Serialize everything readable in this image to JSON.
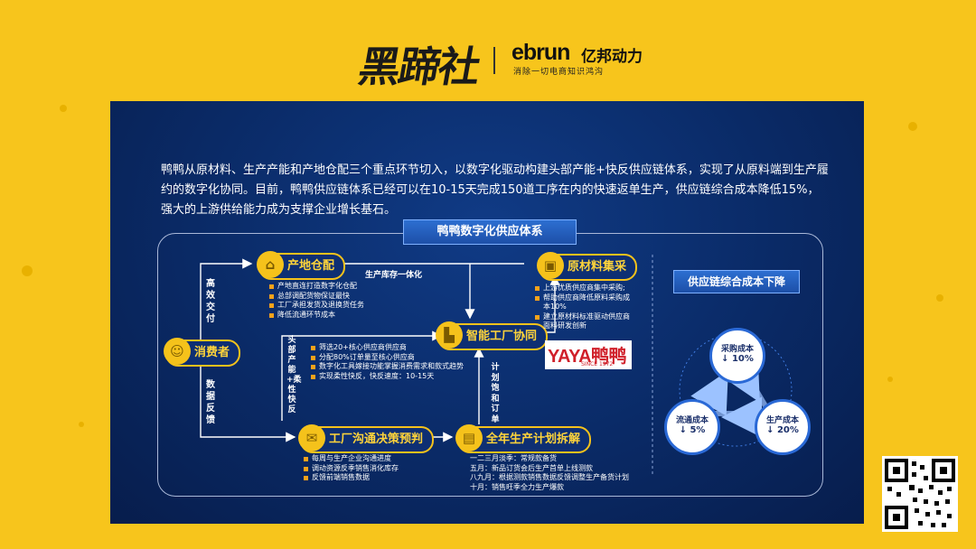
{
  "header": {
    "logo_brush": "黑蹄社",
    "logo_ebrun": "ebrun",
    "logo_cn": "亿邦动力",
    "logo_tagline": "消除一切电商知识鸿沟"
  },
  "intro": {
    "text": "鸭鸭从原材料、生产产能和产地仓配三个重点环节切入，以数字化驱动构建头部产能+快反供应链体系，实现了从原料端到生产履约的数字化协同。目前，鸭鸭供应链体系已经可以在10-15天完成150道工序在内的快速返单生产，供应链综合成本降低15%，强大的上游供给能力成为支撑企业增长基石。"
  },
  "diagram": {
    "title": "鸭鸭数字化供应体系",
    "nodes": {
      "warehouse": "产地仓配",
      "raw_material": "原材料集采",
      "factory": "智能工厂协同",
      "consumer": "消费者",
      "decision": "工厂沟通决策预判",
      "plan": "全年生产计划拆解"
    },
    "warehouse_bullets": [
      "产地直连打造数字化仓配",
      "总部调配货物保证最快",
      "工厂承担发货及退换货任务",
      "降低流通环节成本"
    ],
    "raw_bullets": [
      "上游优质供应商集中采购;",
      "帮助供应商降低原料采购成本10%",
      "建立原材料标准驱动供应商面料研发创新"
    ],
    "factory_bullets": [
      "筛选20+核心供应商供应商",
      "分配80%订单量至核心供应商",
      "数字化工具嫁接功能掌握消费需求和款式趋势",
      "实现柔性快反，快反速度：10-15天"
    ],
    "decision_bullets": [
      "每周与生产企业沟通进度",
      "调动资源反季销售消化库存",
      "反馈前端销售数据"
    ],
    "plan_lines": [
      "一二三月淡季：常规款备货",
      "五月：新品订货会后生产首单上线测款",
      "八九月：根据测款销售数据反馈调整生产备货计划",
      "十月：销售旺季全力生产爆款"
    ],
    "labels": {
      "high_efficiency": "高效交付",
      "data_feedback": "数据反馈",
      "inventory_integration": "生产库存一体化",
      "head_capacity": "头部产能+柔性快反",
      "plan_full_orders": "计划饱和订单"
    },
    "brand": {
      "main": "YAYA鸭鸭",
      "since": "SINCE 1972"
    }
  },
  "cost_chart": {
    "title": "供应链综合成本下降",
    "items": [
      {
        "label": "采购成本",
        "value": "↓ 10%"
      },
      {
        "label": "流通成本",
        "value": "↓ 5%"
      },
      {
        "label": "生产成本",
        "value": "↓ 20%"
      }
    ]
  },
  "colors": {
    "accent": "#f5c21b",
    "panel": "#0a2a66",
    "bg": "#f7c51c",
    "blue": "#2a69d6"
  }
}
